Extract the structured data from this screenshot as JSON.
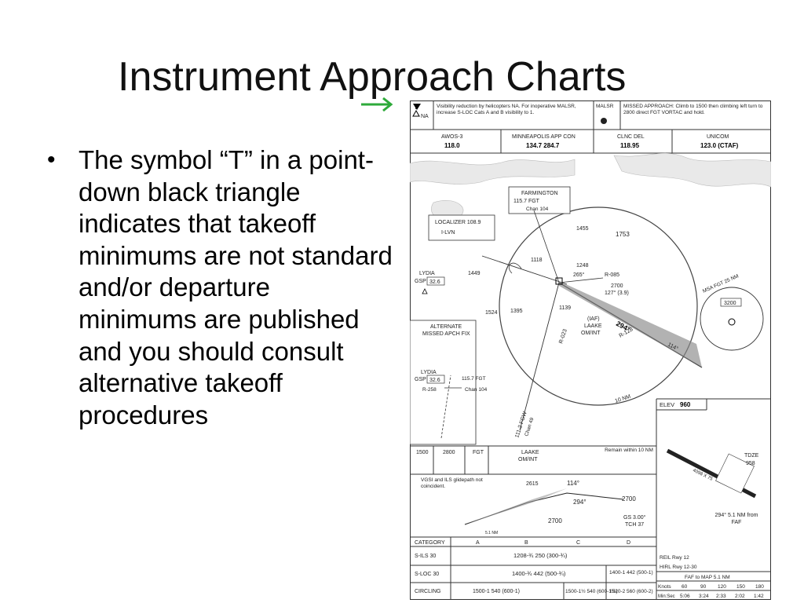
{
  "slide": {
    "title": "Instrument Approach Charts",
    "bullet": "The symbol “T” in a point-down black triangle indicates that takeoff minimums are not standard and/or departure minimums are published and you should consult alternative takeoff procedures"
  },
  "accent_color": "#2eaa3a",
  "chart": {
    "na_label": "NA",
    "note": "Visibility reduction by helicopters NA. For inoperative MALSR, increase S-LOC Cats A and B visibility to 1.",
    "malsr": "MALSR",
    "missed_approach": "MISSED APPROACH: Climb to 1500 then climbing left turn to 2800 direct FGT VORTAC and hold.",
    "freqs": [
      {
        "name": "AWOS-3",
        "value": "118.0"
      },
      {
        "name": "MINNEAPOLIS APP CON",
        "value": "134.7  284.7"
      },
      {
        "name": "CLNC DEL",
        "value": "118.95"
      },
      {
        "name": "UNICOM",
        "value": "123.0 (CTAF)"
      }
    ],
    "farmington": "FARMINGTON",
    "farmington_freq": "115.7 FGT",
    "farmington_chan": "Chan 104",
    "localizer": "LOCALIZER 108.9",
    "localizer_id": "I-LVN",
    "lydia": "LYDIA",
    "lydia_gsp": "GSP",
    "lydia_val": "32.6",
    "alt_fix_1": "ALTERNATE",
    "alt_fix_2": "MISSED APCH FIX",
    "alt_lydia": "LYDIA",
    "alt_gsp": "GSP",
    "alt_val": "32.6",
    "alt_r258": "R-258",
    "alt_fgt": "115.7 FGT",
    "alt_chan": "Chan 104",
    "elev_1455": "1455",
    "elev_1753": "1753",
    "elev_1449": "1449",
    "elev_1118": "1118",
    "elev_1248": "1248",
    "elev_1524": "1524",
    "elev_1395": "1395",
    "elev_1139": "1139",
    "rad_265": "265°",
    "rad_r085": "R-085",
    "alt_2700": "2700",
    "alt_127": "127° (3.9)",
    "iaf": "(IAF)",
    "laake": "LAAKE",
    "om_int": "OM/INT",
    "r023": "R-023",
    "r128": "R-128",
    "crs_294": "294°",
    "crs_114": "114°",
    "ten_nm": "10 NM",
    "fgt_label": "111.2 FGW",
    "fgt_chan": "Chan 49",
    "msa": "MSA FGT 25 NM",
    "msa_val": "3200",
    "elev": "ELEV",
    "elev_val": "960",
    "tdze": "TDZE",
    "tdze_val": "958",
    "fap_note": "294° 5.1 NM from FAF",
    "rwy_label": "4098 X 75",
    "profile_1500": "1500",
    "profile_2800": "2800",
    "profile_fgt": "FGT",
    "profile_laake": "LAAKE",
    "profile_omint": "OM/INT",
    "profile_remain": "Remain within 10 NM",
    "profile_vgsi": "VGSI and ILS glidepath not coincident.",
    "profile_2615": "2615",
    "profile_114": "114°",
    "profile_294": "294°",
    "profile_2700a": "2700",
    "profile_2700b": "2700",
    "profile_gs": "GS 3.00°",
    "profile_tch": "TCH 37",
    "profile_51": "5.1 NM",
    "mins_header": [
      "CATEGORY",
      "A",
      "B",
      "C",
      "D"
    ],
    "mins_rows": [
      {
        "name": "S-ILS 30",
        "value": "1208-¾  250 (300-¾)"
      },
      {
        "name": "S-LOC 30",
        "value": "1400-¾  442 (500-¾)",
        "extra": "1400-1  442 (500-1)"
      },
      {
        "name": "CIRCLING",
        "value": "1500-1  540 (600-1)",
        "extra": "1500-1½  540 (600-1½)",
        "extra2": "1520-2  560 (600-2)"
      }
    ],
    "reil": "REIL Rwy 12",
    "hirl": "HIRL Rwy 12-30",
    "faf_map": "FAF to MAP 5.1 NM",
    "knots_label": "Knots",
    "knots": [
      "60",
      "90",
      "120",
      "150",
      "180"
    ],
    "minsec_label": "Min:Sec",
    "minsec": [
      "5:06",
      "3:24",
      "2:33",
      "2:02",
      "1:42"
    ]
  }
}
